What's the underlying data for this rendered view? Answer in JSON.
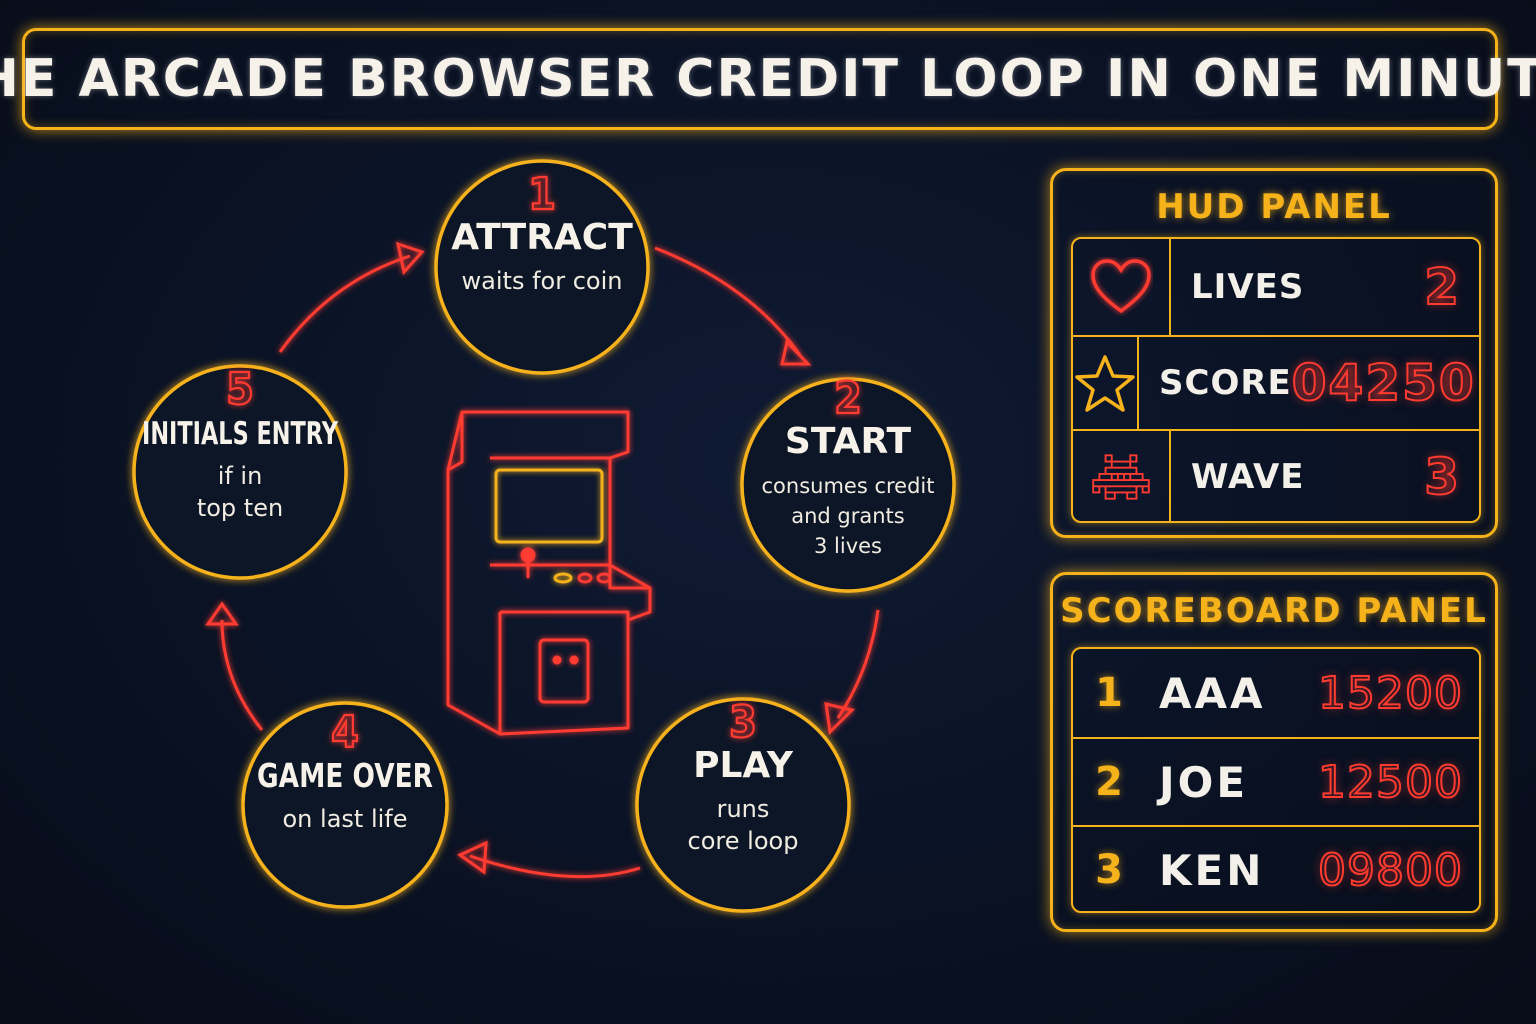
{
  "title": "THE ARCADE BROWSER CREDIT LOOP IN ONE MINUTE",
  "loop": {
    "nodes": [
      {
        "num": "1",
        "title": "ATTRACT",
        "sub": [
          "waits for coin"
        ]
      },
      {
        "num": "2",
        "title": "START",
        "sub": [
          "consumes credit",
          "and grants",
          "3 lives"
        ]
      },
      {
        "num": "3",
        "title": "PLAY",
        "sub": [
          "runs",
          "core loop"
        ]
      },
      {
        "num": "4",
        "title": "GAME OVER",
        "sub": [
          "on last life"
        ]
      },
      {
        "num": "5",
        "title": "INITIALS ENTRY",
        "sub": [
          "if in",
          "top ten"
        ]
      }
    ],
    "center_icon": "arcade-cabinet-icon"
  },
  "hud": {
    "title": "HUD PANEL",
    "rows": [
      {
        "icon": "heart-icon",
        "label": "LIVES",
        "value": "2"
      },
      {
        "icon": "star-icon",
        "label": "SCORE",
        "value": "04250"
      },
      {
        "icon": "space-invader-icon",
        "label": "WAVE",
        "value": "3"
      }
    ]
  },
  "scoreboard": {
    "title": "SCOREBOARD PANEL",
    "rows": [
      {
        "rank": "1",
        "name": "AAA",
        "score": "15200"
      },
      {
        "rank": "2",
        "name": "JOE",
        "score": "12500"
      },
      {
        "rank": "3",
        "name": "KEN",
        "score": "09800"
      }
    ]
  },
  "colors": {
    "neon_yellow": "#f6b21a",
    "neon_red": "#ff3b30",
    "background": "#0a1224",
    "text": "#f3f0ea"
  }
}
